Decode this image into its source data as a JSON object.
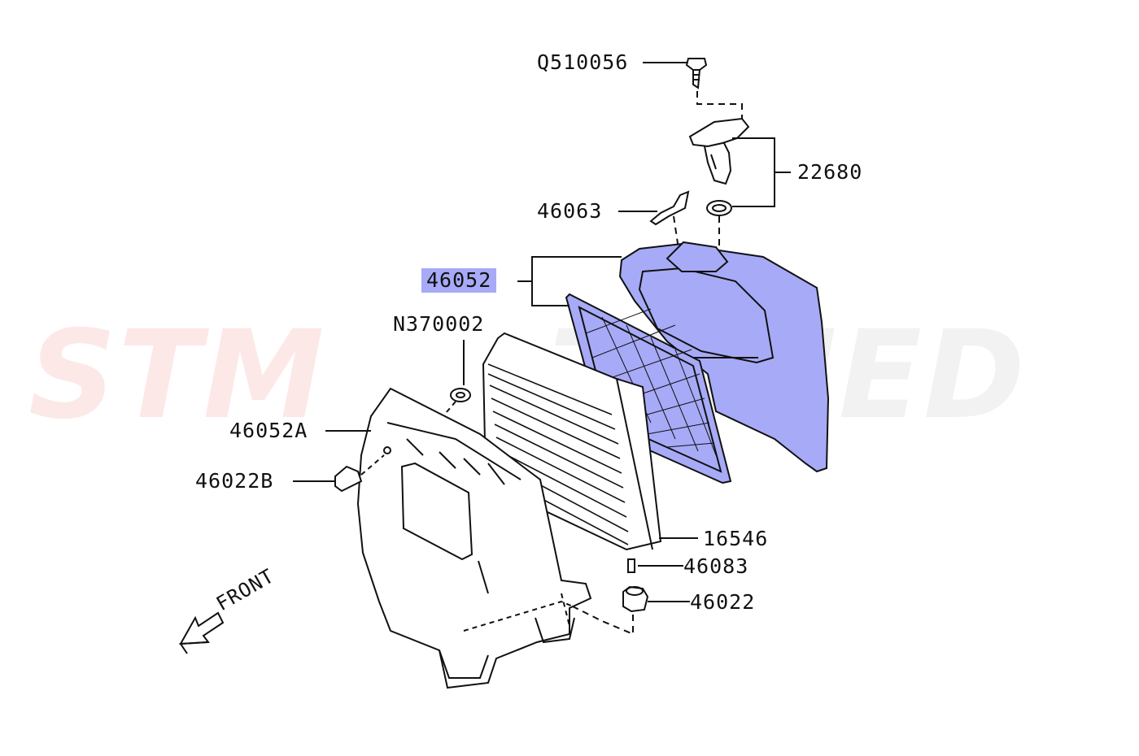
{
  "watermark": {
    "brand_left": "STM",
    "brand_right": "TUNED",
    "left_color": "#fde8e8",
    "right_color": "#f2f2f2"
  },
  "highlight_color": "#a7aaf7",
  "parts": {
    "q510056": "Q510056",
    "p22680": "22680",
    "p46063": "46063",
    "p46052": "46052",
    "n370002": "N370002",
    "p46052a": "46052A",
    "p46022b": "46022B",
    "p16546": "16546",
    "p46083": "46083",
    "p46022": "46022",
    "front": "FRONT"
  },
  "highlighted_part": "46052"
}
